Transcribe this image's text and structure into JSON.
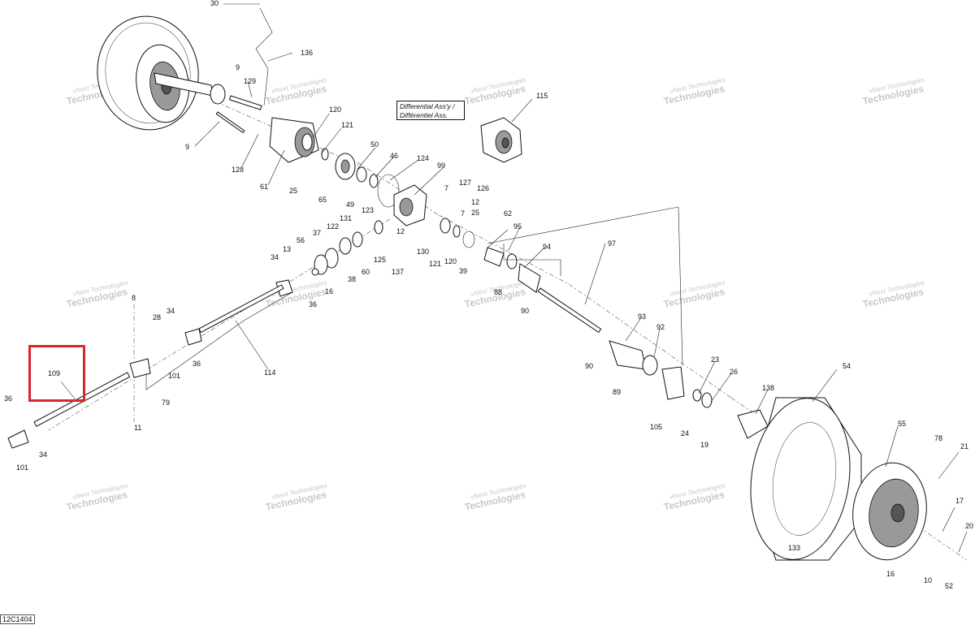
{
  "diagram": {
    "figure_code": "12C1404",
    "differential_label": {
      "line1": "Differential Ass'y /",
      "line2": "Différentiel Ass."
    },
    "highlighted_part": "109",
    "watermark": {
      "line1": "vNext Technologies",
      "line2": "Technologies"
    },
    "callouts": [
      "30",
      "136",
      "9",
      "129",
      "9",
      "128",
      "61",
      "120",
      "121",
      "25",
      "65",
      "50",
      "49",
      "46",
      "124",
      "99",
      "127",
      "126",
      "7",
      "12",
      "7",
      "25",
      "62",
      "123",
      "131",
      "12",
      "130",
      "121",
      "120",
      "39",
      "122",
      "37",
      "125",
      "60",
      "137",
      "56",
      "13",
      "16",
      "38",
      "34",
      "36",
      "8",
      "28",
      "34",
      "36",
      "101",
      "79",
      "114",
      "109",
      "36",
      "101",
      "34",
      "11",
      "95",
      "94",
      "97",
      "88",
      "90",
      "93",
      "92",
      "90",
      "89",
      "105",
      "23",
      "26",
      "24",
      "19",
      "138",
      "54",
      "55",
      "78",
      "21",
      "17",
      "20",
      "133",
      "16",
      "10",
      "52",
      "115"
    ],
    "colors": {
      "highlight": "#d9262c",
      "line": "#111111",
      "watermark": "#c8c8c8"
    }
  }
}
